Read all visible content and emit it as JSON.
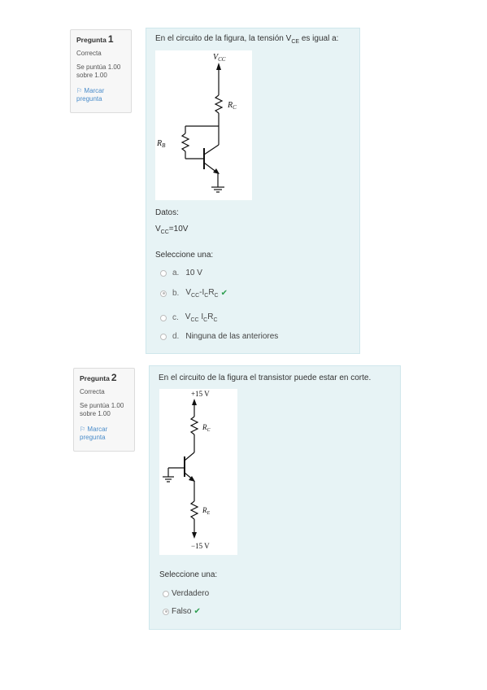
{
  "questions": [
    {
      "label": "Pregunta",
      "number": "1",
      "state": "Correcta",
      "grade_line1": "Se puntúa 1.00",
      "grade_line2": "sobre 1.00",
      "flag_line1": "Marcar",
      "flag_line2": "pregunta",
      "text_pre": "En el circuito de la figura, la tensión V",
      "text_sub": "CE",
      "text_post": " es igual a:",
      "figure": {
        "vcc": "V",
        "vcc_sub": "CC",
        "rc": "R",
        "rc_sub": "C",
        "rb": "R",
        "rb_sub": "B"
      },
      "datos_label": "Datos:",
      "datos_value_pre": "V",
      "datos_value_sub": "CC",
      "datos_value_post": "=10V",
      "select_label": "Seleccione una:",
      "options": [
        {
          "letter": "a.",
          "text": "10 V"
        },
        {
          "letter": "b.",
          "text": "V",
          "sub1": "CC",
          "mid": "-I",
          "sub2": "C",
          "mid2": "R",
          "sub3": "C"
        },
        {
          "letter": "c.",
          "text": "V",
          "sub1": "CC",
          "mid": " I",
          "sub2": "C",
          "mid2": "R",
          "sub3": "C"
        },
        {
          "letter": "d.",
          "text": "Ninguna de las anteriores"
        }
      ],
      "correct_option": "b"
    },
    {
      "label": "Pregunta",
      "number": "2",
      "state": "Correcta",
      "grade_line1": "Se puntúa 1.00",
      "grade_line2": "sobre 1.00",
      "flag_line1": "Marcar",
      "flag_line2": "pregunta",
      "text": "En el circuito de la figura el transistor puede estar en corte.",
      "figure": {
        "top": "+15 V",
        "rc": "R",
        "rc_sub": "C",
        "re": "R",
        "re_sub": "E",
        "bottom": "−15 V"
      },
      "select_label": "Seleccione una:",
      "options": [
        {
          "text": "Verdadero"
        },
        {
          "text": "Falso"
        }
      ],
      "correct_option": "Falso"
    }
  ],
  "colors": {
    "content_bg": "#e7f3f5",
    "info_bg": "#f7f7f7",
    "check": "#2e9e4f",
    "link": "#4a8cca"
  }
}
